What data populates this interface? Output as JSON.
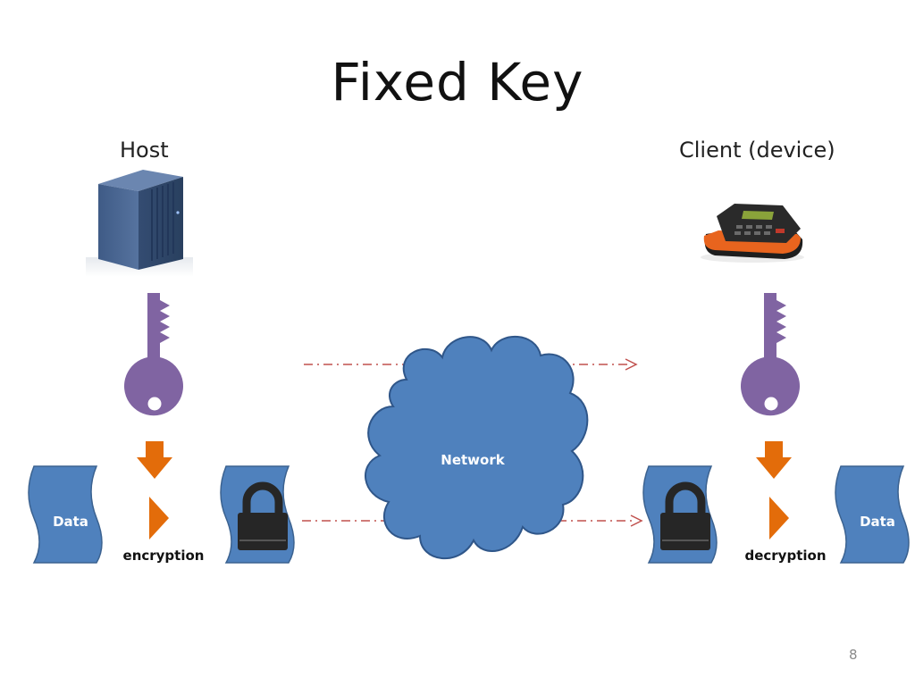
{
  "slide": {
    "title": "Fixed Key",
    "host_label": "Host",
    "client_label": "Client (device)",
    "network_label": "Network",
    "data_left_label": "Data",
    "data_right_label": "Data",
    "encryption_label": "encryption",
    "decryption_label": "decryption",
    "page_number": "8"
  },
  "colors": {
    "document_blue": "#4f81bd",
    "cloud_blue": "#4f81bd",
    "key_purple": "#8064a2",
    "arrow_orange": "#e36c0a",
    "dashed_arrow_red": "#c0504d",
    "lock_dark": "#262626"
  },
  "icons": [
    "server-icon",
    "pos-terminal-icon",
    "key-icon",
    "lock-icon",
    "cloud-icon",
    "document-icon"
  ]
}
